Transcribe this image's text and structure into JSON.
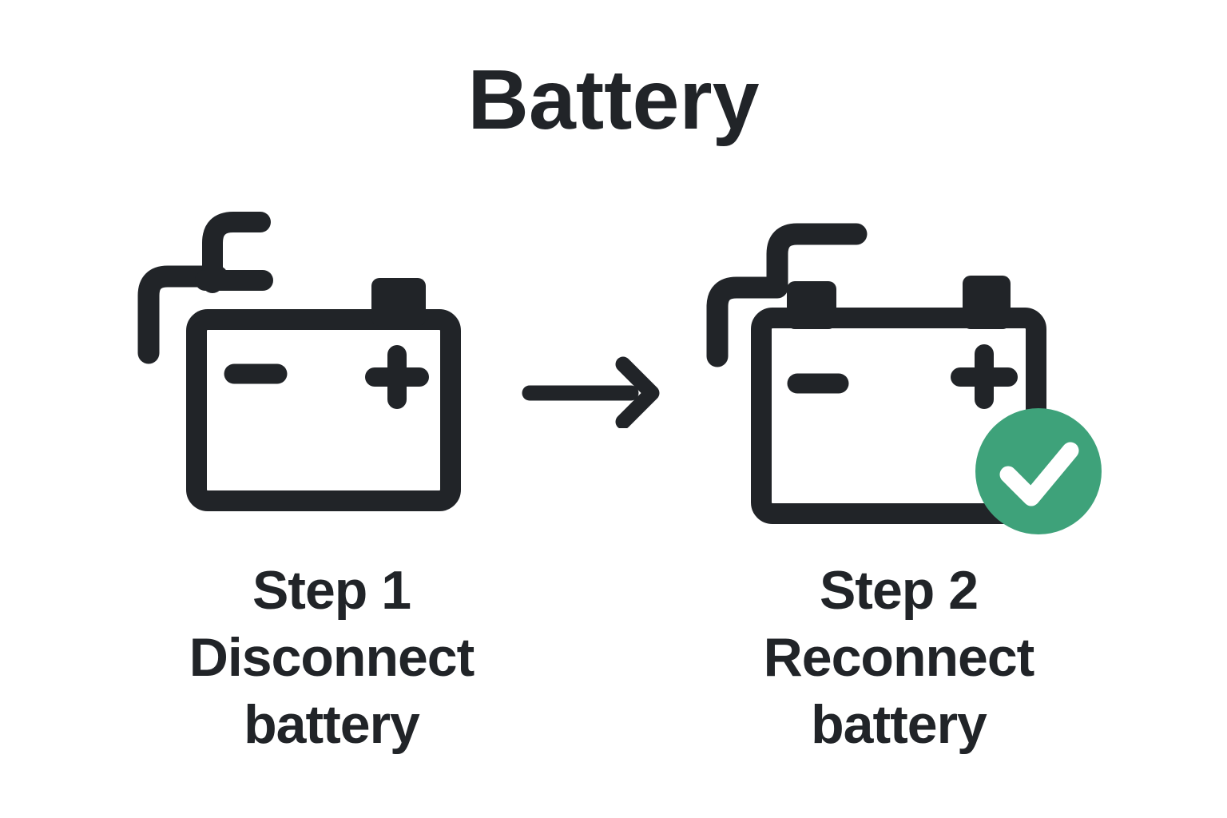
{
  "title": "Battery",
  "colors": {
    "ink": "#212428",
    "green": "#3EA27A",
    "check": "#FFFFFF",
    "background": "#FFFFFF"
  },
  "steps": [
    {
      "label": "Step 1",
      "action": "Disconnect",
      "object": "battery",
      "icon": "car-battery-disconnected-icon"
    },
    {
      "label": "Step 2",
      "action": "Reconnect",
      "object": "battery",
      "icon": "car-battery-reconnected-icon"
    }
  ],
  "arrow": {
    "icon": "arrow-right-icon"
  },
  "battery_symbols": {
    "negative": "−",
    "positive": "+"
  }
}
